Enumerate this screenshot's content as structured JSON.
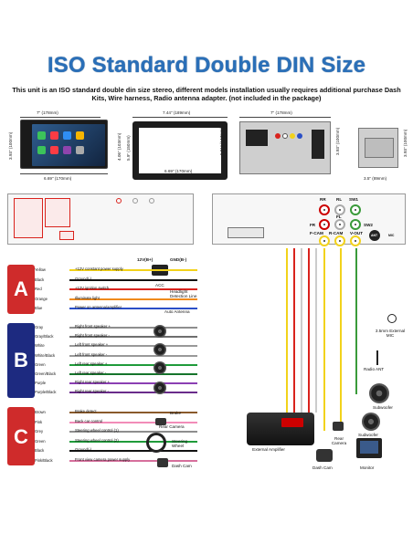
{
  "header": {
    "title": "ISO Standard Double DIN Size",
    "subtitle": "This unit is an ISO standard double din size stereo, different models installation usually requires additional purchase Dash Kits, Wire harness, Radio antenna adapter. (not included in the package)"
  },
  "dimensions": {
    "front_width": "7\" (178mm)",
    "front_height": "3.93\" (100mm)",
    "front_bottom": "6.69\" (170mm)",
    "frame_width": "7.44\" (189mm)",
    "frame_height_outer": "4.06\" (103mm)",
    "frame_height_inner": "5.9\" (150mm)",
    "frame_inner_width": "6.69\" (170mm)",
    "frame_inner_height": "5.81\" (147mm)",
    "back_width": "7\" (178mm)",
    "back_height": "3.93\" (100mm)",
    "side_height": "3.93\" (100mm)",
    "side_depth": "3.5\" (89mm)"
  },
  "rca_top": {
    "labels": [
      "RR",
      "RL",
      "SW1",
      "FR",
      "FL",
      "SW2",
      "F-CAM",
      "R-CAM",
      "V-OUT"
    ],
    "ant": "ANT",
    "mic": "MIC"
  },
  "power": {
    "b_plus": "12V(B+)",
    "gnd": "GND(B-)"
  },
  "group_a": {
    "letter": "A",
    "wires": [
      {
        "name": "Yellow",
        "desc": "+12V constant power supply",
        "color": "#f2d21b"
      },
      {
        "name": "Black",
        "desc": "Ground(-)",
        "color": "#111111"
      },
      {
        "name": "Red",
        "desc": "+12V ignition switch",
        "color": "#d9231d"
      },
      {
        "name": "Orange",
        "desc": "Illuminate light",
        "color": "#f08a1c"
      },
      {
        "name": "Blue",
        "desc": "Power on antenna/amplifier",
        "color": "#2a4fc7"
      }
    ],
    "devices": [
      "ACC",
      "Headlight Detection Line",
      "Auto Antenna"
    ]
  },
  "group_b": {
    "letter": "B",
    "wires": [
      {
        "name": "Gray",
        "desc": "Right front speaker +",
        "color": "#8e8e8e"
      },
      {
        "name": "Gray/Black",
        "desc": "Right front speaker -",
        "color": "#6e6e6e"
      },
      {
        "name": "White",
        "desc": "Left front speaker +",
        "color": "#dddddd"
      },
      {
        "name": "White/Black",
        "desc": "Left front speaker -",
        "color": "#bbbbbb"
      },
      {
        "name": "Green",
        "desc": "Left rear speaker +",
        "color": "#1f9b3a"
      },
      {
        "name": "Green/Black",
        "desc": "Left rear speaker -",
        "color": "#16742b"
      },
      {
        "name": "Purple",
        "desc": "Right rear speaker +",
        "color": "#8b3fb3"
      },
      {
        "name": "Purple/Black",
        "desc": "Right rear speaker -",
        "color": "#6a2c8a"
      }
    ]
  },
  "group_c": {
    "letter": "C",
    "wires": [
      {
        "name": "Brown",
        "desc": "Brake detect",
        "color": "#8a5a2b"
      },
      {
        "name": "Pink",
        "desc": "Back car control",
        "color": "#f28cb8"
      },
      {
        "name": "Grey",
        "desc": "Steering wheel control (1)",
        "color": "#8e8e8e"
      },
      {
        "name": "Green",
        "desc": "Steering wheel control (2)",
        "color": "#1f9b3a"
      },
      {
        "name": "Black",
        "desc": "Ground(-)",
        "color": "#111111"
      },
      {
        "name": "Pink/Black",
        "desc": "Front view camera power supply",
        "color": "#d66f9c"
      }
    ],
    "devices": [
      "Brake",
      "Rear Camera",
      "Steering Wheel",
      "Dash Cam"
    ]
  },
  "right_devices": {
    "mic": "3.5mm External MIC",
    "radio_ant": "Radio ANT",
    "subwoofer_1": "Subwoofer",
    "subwoofer_2": "Sudwoofer",
    "amplifier": "External Amplifier",
    "rear_camera": "Rear Camera",
    "dash_cam": "Dash Cam",
    "monitor": "Monitor"
  },
  "colors": {
    "title": "#2a6fb8",
    "group_a": "#cf2b2b",
    "group_b": "#1d2a80",
    "group_c": "#cf2b2b"
  }
}
